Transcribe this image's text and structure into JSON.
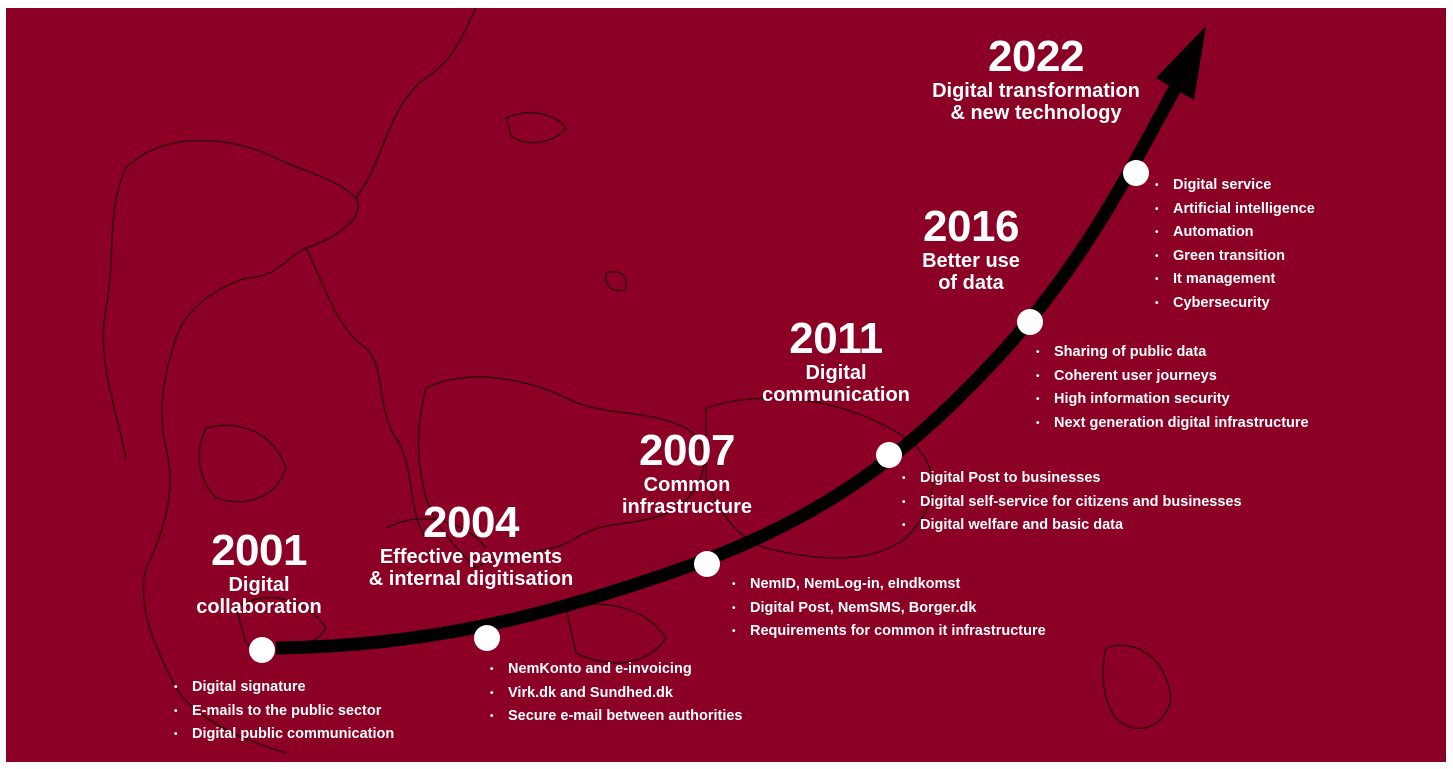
{
  "colors": {
    "background": "#8b0024",
    "text": "#ffffff",
    "curve": "#000000",
    "map_outline": "#3a0011"
  },
  "milestones": [
    {
      "year": "2001",
      "title": [
        "Digital",
        "collaboration"
      ],
      "bullets": [
        "Digital signature",
        "E-mails to the public sector",
        "Digital public communication"
      ]
    },
    {
      "year": "2004",
      "title": [
        "Effective payments",
        "& internal digitisation"
      ],
      "bullets": [
        "NemKonto and e-invoicing",
        "Virk.dk and Sundhed.dk",
        "Secure e-mail between authorities"
      ]
    },
    {
      "year": "2007",
      "title": [
        "Common",
        "infrastructure"
      ],
      "bullets": [
        "NemID, NemLog-in, eIndkomst",
        "Digital Post, NemSMS, Borger.dk",
        "Requirements for common it infrastructure"
      ]
    },
    {
      "year": "2011",
      "title": [
        "Digital",
        "communication"
      ],
      "bullets": [
        "Digital Post to businesses",
        "Digital self-service for citizens and businesses",
        "Digital welfare and basic data"
      ]
    },
    {
      "year": "2016",
      "title": [
        "Better use",
        "of data"
      ],
      "bullets": [
        "Sharing of public data",
        "Coherent user journeys",
        "High information security",
        "Next generation digital infrastructure"
      ]
    },
    {
      "year": "2022",
      "title": [
        "Digital transformation",
        "& new technology"
      ],
      "bullets": [
        "Digital service",
        "Artificial intelligence",
        "Automation",
        "Green transition",
        "It management",
        "Cybersecurity"
      ]
    }
  ]
}
